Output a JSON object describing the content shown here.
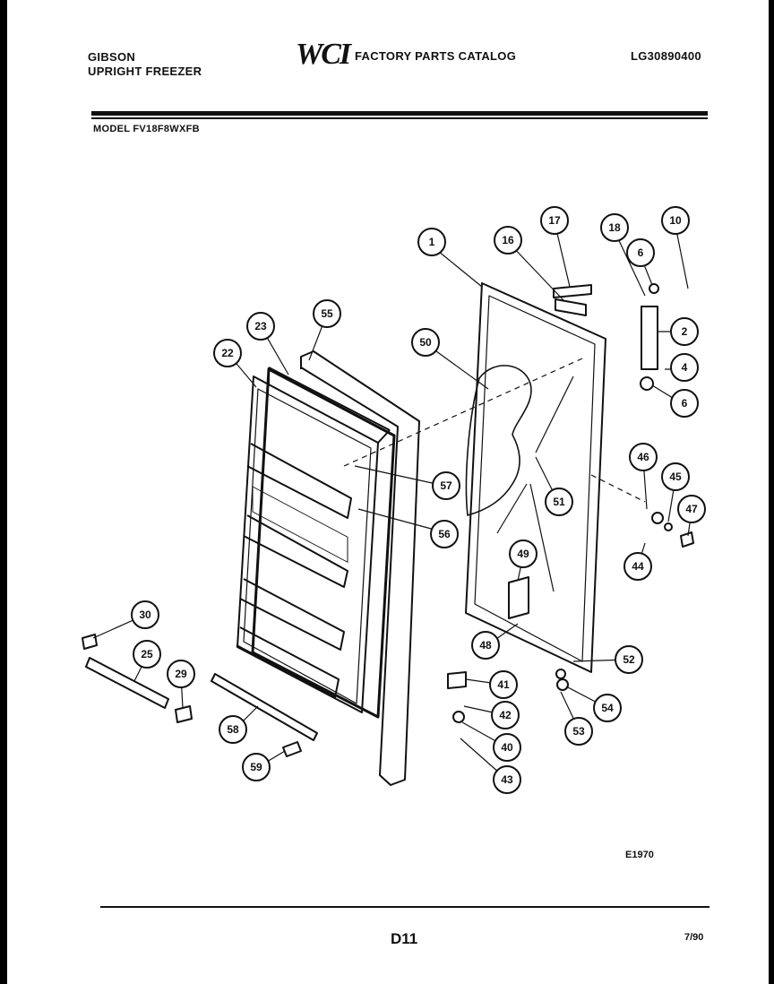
{
  "header": {
    "brand_line1": "GIBSON",
    "brand_line2": "UPRIGHT FREEZER",
    "logo_text": "WCI",
    "catalog_title": "FACTORY PARTS CATALOG",
    "catalog_number": "LG30890400",
    "model": "MODEL FV18F8WXFB"
  },
  "callouts": [
    "1",
    "2",
    "4",
    "6",
    "6",
    "10",
    "16",
    "17",
    "18",
    "22",
    "23",
    "25",
    "29",
    "30",
    "40",
    "41",
    "42",
    "43",
    "44",
    "45",
    "46",
    "47",
    "48",
    "49",
    "50",
    "51",
    "52",
    "53",
    "54",
    "55",
    "56",
    "57",
    "58",
    "59"
  ],
  "footer": {
    "figure_id": "E1970",
    "page_code": "D11",
    "date": "7/90"
  },
  "colors": {
    "ink": "#111111",
    "paper": "#ffffff",
    "border": "#000000"
  }
}
